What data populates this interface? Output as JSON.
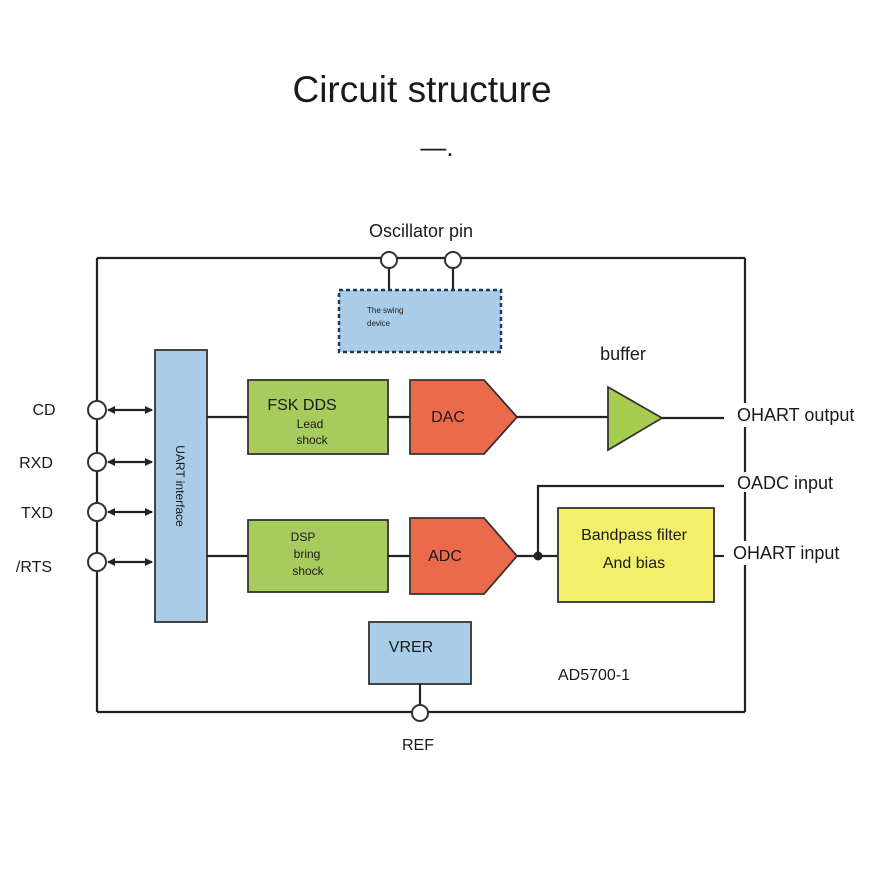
{
  "title": "Circuit structure",
  "title_mark": "—.",
  "oscillator": {
    "label": "Oscillator pin",
    "block_lines": [
      "The swing",
      "device"
    ]
  },
  "pins_left": [
    "CD",
    "RXD",
    "TXD",
    "/RTS"
  ],
  "uart": {
    "label": "UART interface"
  },
  "fsk": {
    "line1": "FSK DDS",
    "line2": "Lead",
    "line3": "shock"
  },
  "dsp": {
    "line1": "DSP",
    "line2": "bring",
    "line3": "shock"
  },
  "dac": {
    "label": "DAC"
  },
  "adc": {
    "label": "ADC"
  },
  "buffer": {
    "label": "buffer"
  },
  "bandpass": {
    "line1": "Bandpass filter",
    "line2": "And bias"
  },
  "outputs": {
    "ohart_output": "OHART output",
    "oadc_input": "OADC input",
    "ohart_input": "OHART input"
  },
  "vref": {
    "label": "VRER"
  },
  "chip": {
    "label": "AD5700-1"
  },
  "ref": {
    "label": "REF"
  },
  "colors": {
    "blue_block": "#a9cde8",
    "green_block": "#a8cb5e",
    "red_block": "#ec6a4c",
    "yellow_block": "#f3ef6b",
    "buffer_green": "#a5cc4f"
  }
}
